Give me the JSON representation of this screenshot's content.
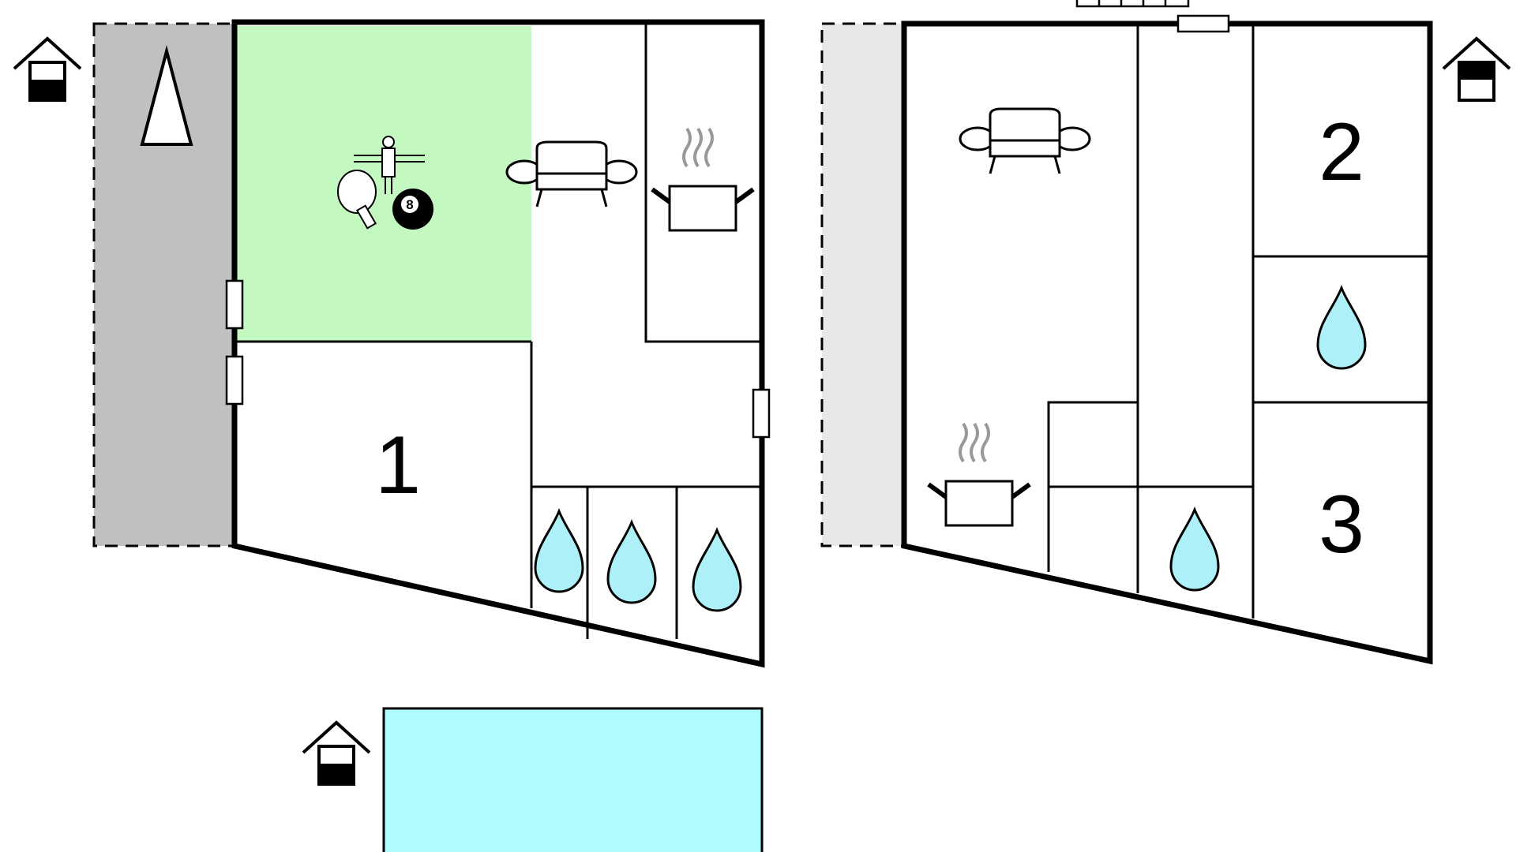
{
  "colors": {
    "wall": "#000000",
    "game_room": "#c3f8c0",
    "terrace_ground": "#c0c0c0",
    "terrace_upper": "#e8e8e8",
    "pool": "#aefcff",
    "water_drop": "#aef0f8",
    "background": "#ffffff"
  },
  "ground_floor": {
    "rooms": [
      {
        "label": "1",
        "icon": "bedroom"
      },
      {
        "label": "",
        "icon": "game-room-icon"
      },
      {
        "label": "",
        "icon": "sofa-icon"
      },
      {
        "label": "",
        "icon": "kitchen-pot-icon"
      },
      {
        "label": "",
        "icon": "water-drop-icon"
      },
      {
        "label": "",
        "icon": "water-drop-icon"
      },
      {
        "label": "",
        "icon": "water-drop-icon"
      }
    ],
    "north_icon": "north-arrow-icon",
    "level_icon": "floor-level-icon",
    "billiard_ball": "8"
  },
  "upper_floor": {
    "rooms": [
      {
        "label": "2",
        "icon": "bedroom"
      },
      {
        "label": "3",
        "icon": "bedroom"
      },
      {
        "label": "",
        "icon": "sofa-icon"
      },
      {
        "label": "",
        "icon": "kitchen-pot-icon"
      },
      {
        "label": "",
        "icon": "water-drop-icon"
      },
      {
        "label": "",
        "icon": "water-drop-icon"
      }
    ],
    "level_icon": "floor-level-icon"
  },
  "pool": {
    "level_icon": "floor-level-icon"
  }
}
